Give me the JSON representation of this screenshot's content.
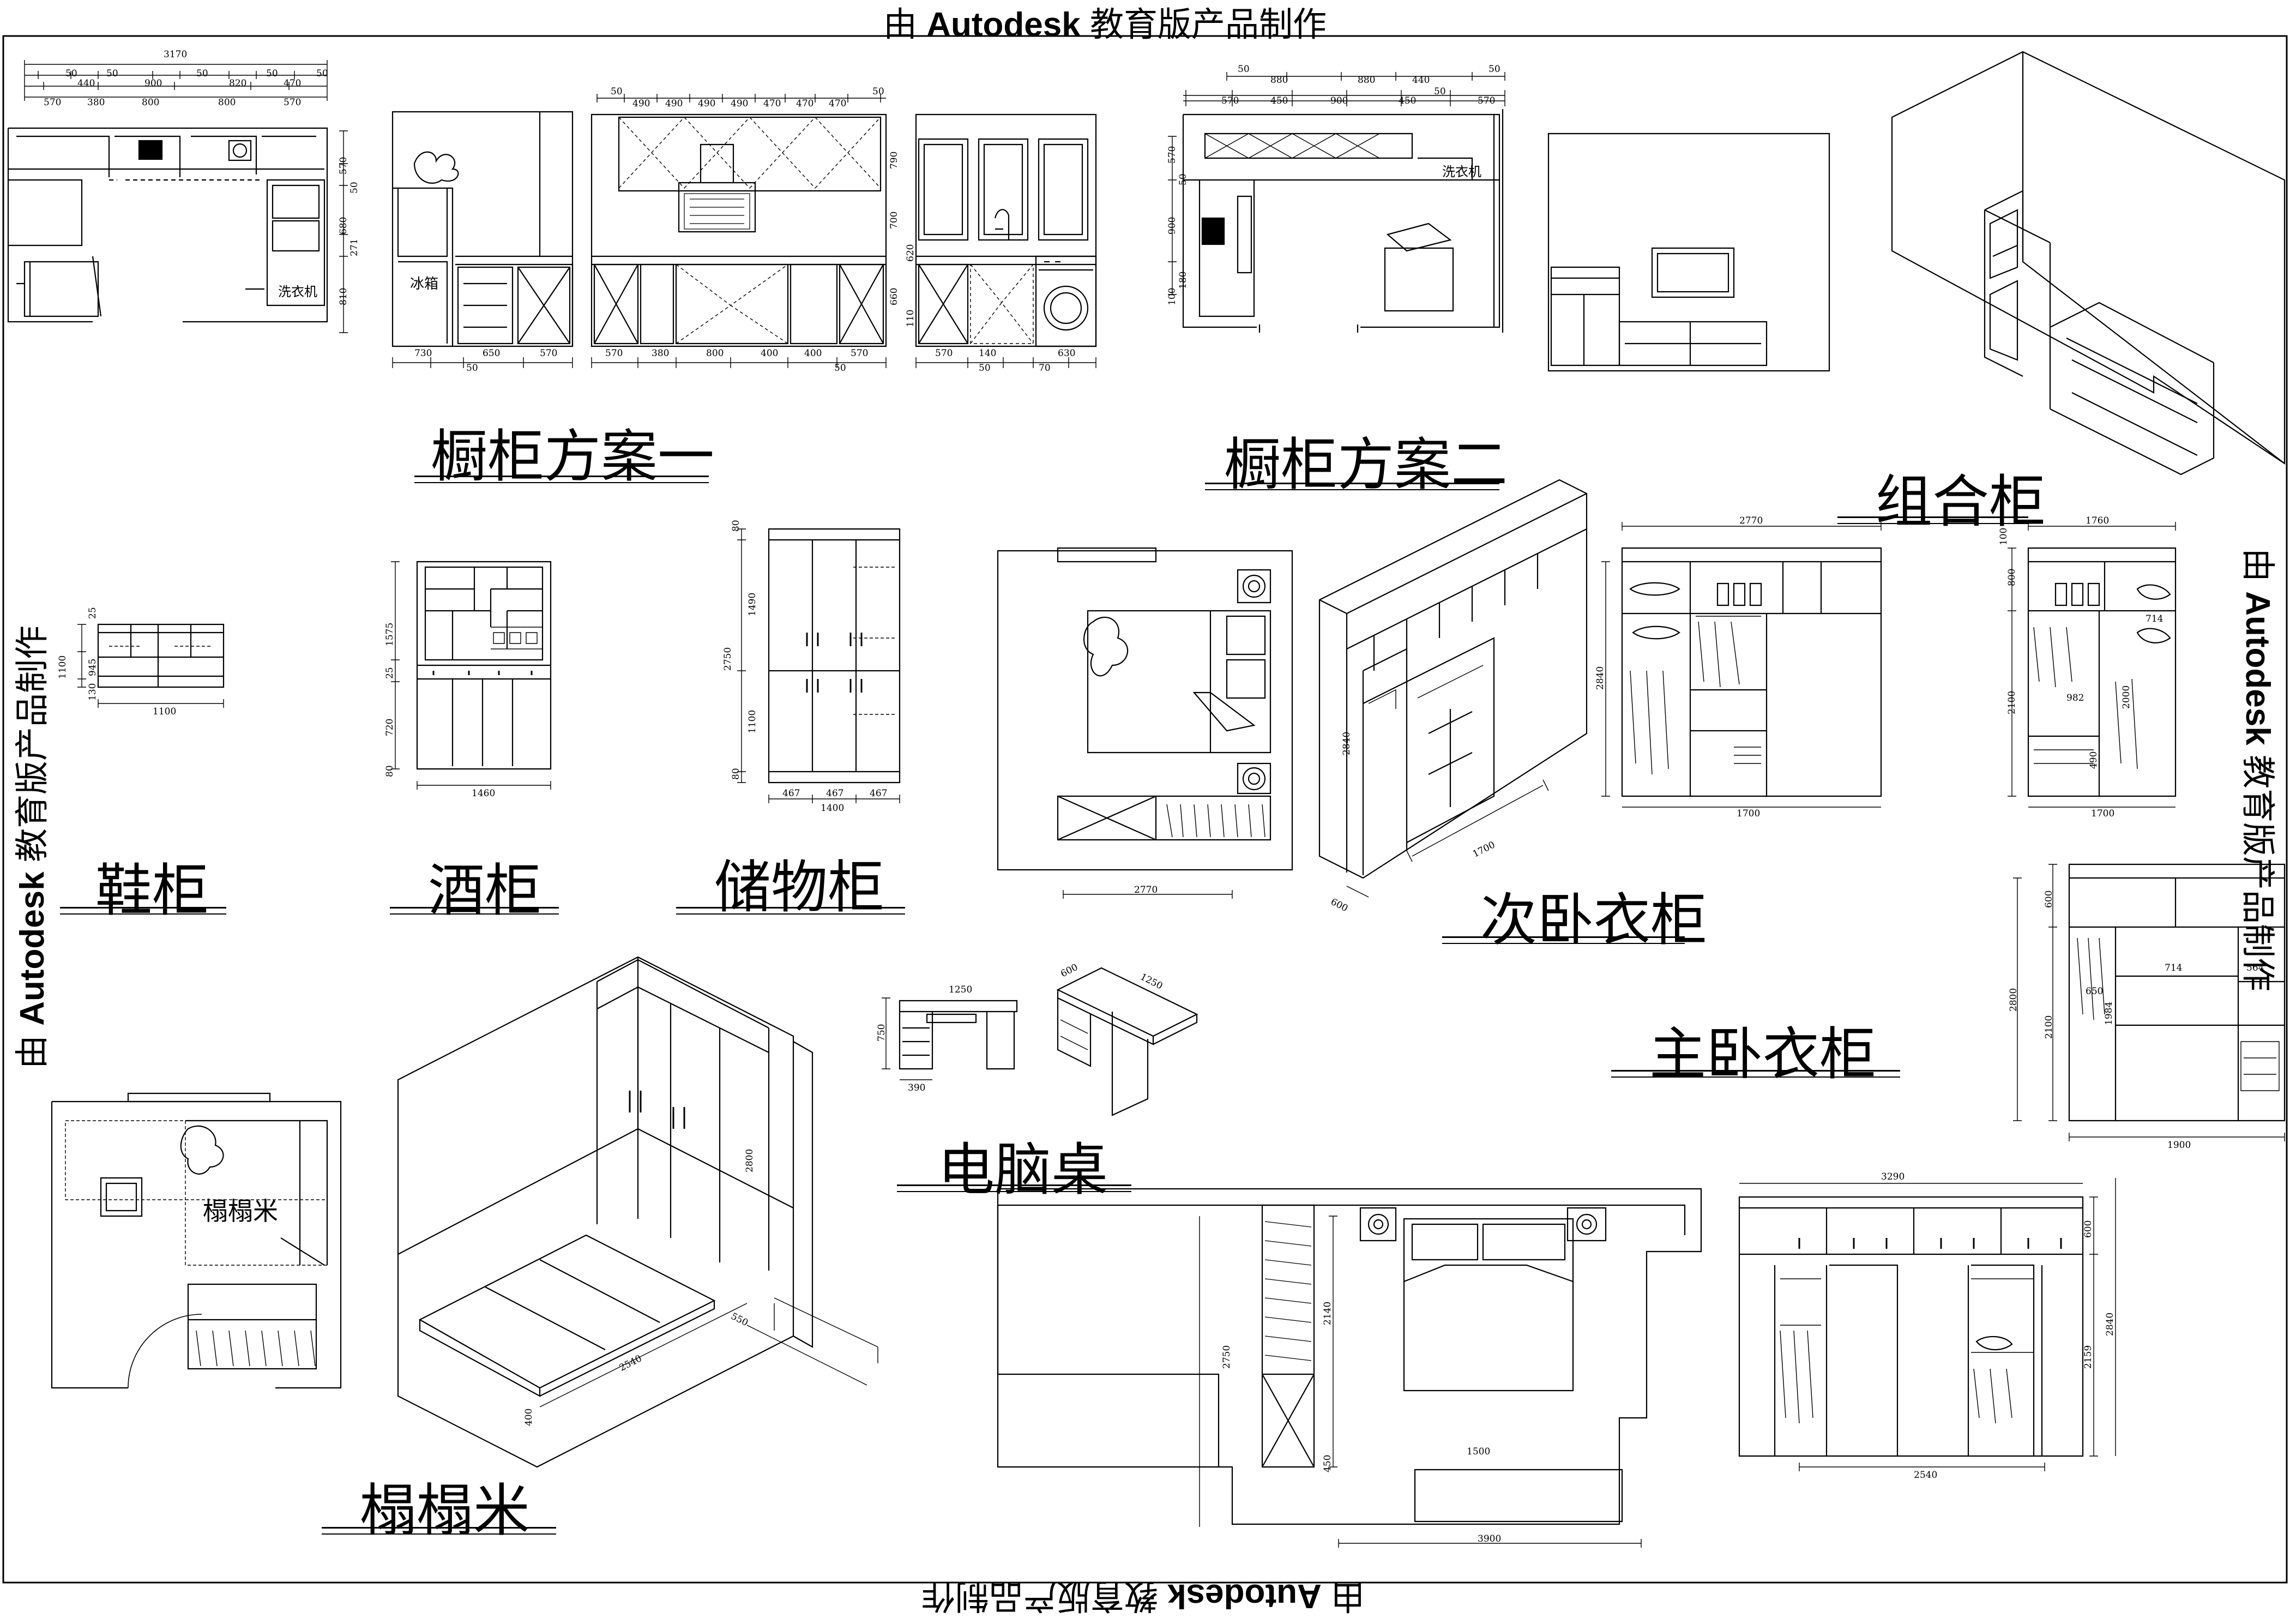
{
  "watermark": {
    "prefix": "由 ",
    "brand": "Autodesk",
    "suffix": " 教育版产品制作"
  },
  "titles": {
    "kitchen_plan_1": "橱柜方案一",
    "kitchen_plan_2": "橱柜方案二",
    "combo_cabinet": "组合柜",
    "shoe_cabinet": "鞋柜",
    "wine_cabinet": "酒柜",
    "storage_cabinet": "储物柜",
    "second_bedroom_wardrobe": "次卧衣柜",
    "master_bedroom_wardrobe": "主卧衣柜",
    "computer_desk": "电脑桌",
    "tatami": "榻榻米"
  },
  "labels": {
    "fridge": "冰箱",
    "washer_1": "洗衣机",
    "washer_2": "洗衣机",
    "tatami_room": "榻榻米"
  },
  "dimensions": {
    "k1_total": "3170",
    "k1_row1": [
      "50",
      "440",
      "50",
      "900",
      "50",
      "820",
      "50",
      "470",
      "50"
    ],
    "k1_row2": [
      "570",
      "380",
      "800",
      "800",
      "570"
    ],
    "k1_elev_a": [
      "730",
      "50",
      "650",
      "570"
    ],
    "k1_elev_b": [
      "570",
      "380",
      "800",
      "400",
      "400",
      "570",
      "50"
    ],
    "k1_elev_c": [
      "570",
      "140",
      "50",
      "630",
      "70"
    ],
    "k1_v": [
      "570",
      "50",
      "680",
      "271",
      "810"
    ],
    "k1_v2": [
      "790",
      "700",
      "620",
      "660",
      "110"
    ],
    "k1_elev_top": [
      "50",
      "490",
      "490",
      "490",
      "490",
      "470",
      "470",
      "470",
      "50"
    ],
    "k2_row1": [
      "50",
      "880",
      "880",
      "440",
      "50"
    ],
    "k2_row2": [
      "570",
      "450",
      "900",
      "450",
      "50",
      "570"
    ],
    "k2_v": [
      "570",
      "50",
      "900",
      "180",
      "100"
    ],
    "shoe": [
      "1100",
      "945",
      "130",
      "1100",
      "25"
    ],
    "wine": [
      "1575",
      "25",
      "720",
      "80",
      "1460"
    ],
    "storage": [
      "80",
      "1490",
      "2750",
      "1100",
      "80",
      "467",
      "467",
      "467",
      "1400"
    ],
    "bedroom2": [
      "2770"
    ],
    "ward2_iso": [
      "2840",
      "1700",
      "600"
    ],
    "combo_elev": [
      "2770",
      "2840",
      "1700",
      "1760",
      "100",
      "800",
      "2100",
      "714",
      "982",
      "2000",
      "490",
      "1700"
    ],
    "master": [
      "600",
      "2800",
      "2100",
      "1984",
      "650",
      "564",
      "714",
      "1900"
    ],
    "desk": [
      "1250",
      "750",
      "390",
      "600",
      "1250"
    ],
    "tatami_iso": [
      "2800",
      "2540",
      "550",
      "400"
    ],
    "master_plan": [
      "2750",
      "2140",
      "450",
      "1500",
      "3900"
    ],
    "master_ward2": [
      "3290",
      "600",
      "2159",
      "2840",
      "2540"
    ]
  }
}
